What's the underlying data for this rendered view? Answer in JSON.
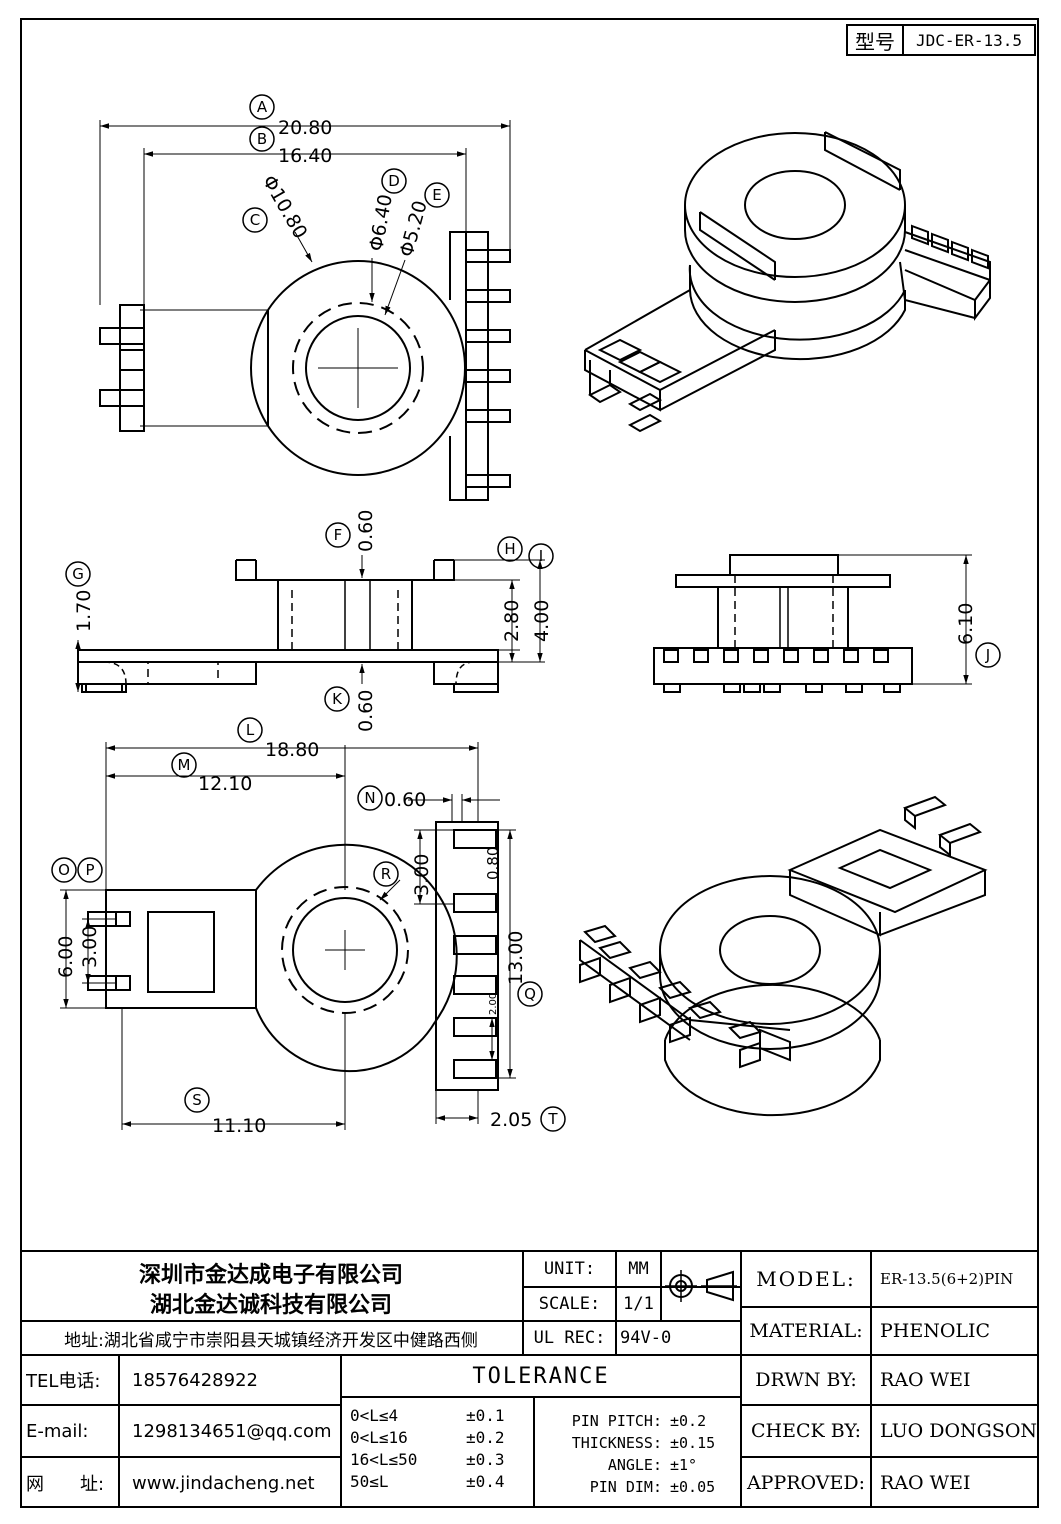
{
  "header": {
    "model_label": "型号",
    "model_value": "JDC-ER-13.5"
  },
  "dims": {
    "A": {
      "tag": "A",
      "value": "20.80"
    },
    "B": {
      "tag": "B",
      "value": "16.40"
    },
    "C": {
      "tag": "C",
      "value": "Φ10.80"
    },
    "D": {
      "tag": "D",
      "value": "Φ6.40"
    },
    "E": {
      "tag": "E",
      "value": "Φ5.20"
    },
    "F": {
      "tag": "F",
      "value": "0.60"
    },
    "G": {
      "tag": "G",
      "value": "1.70"
    },
    "H": {
      "tag": "H"
    },
    "I": {
      "tag": "I"
    },
    "H_val": "2.80",
    "I_val": "4.00",
    "J": {
      "tag": "J",
      "value": "6.10"
    },
    "K": {
      "tag": "K",
      "value": "0.60"
    },
    "L": {
      "tag": "L",
      "value": "18.80"
    },
    "M": {
      "tag": "M",
      "value": "12.10"
    },
    "N": {
      "tag": "N",
      "value": "0.60"
    },
    "O": {
      "tag": "O"
    },
    "P": {
      "tag": "P"
    },
    "O_val": "6.00",
    "P_val": "3.00",
    "R": {
      "tag": "R"
    },
    "R_val1": "3.00",
    "R_val2": "0.80",
    "Q": {
      "tag": "Q",
      "value": "13.00"
    },
    "Q_small": "2.00",
    "S": {
      "tag": "S",
      "value": "11.10"
    },
    "T": {
      "tag": "T",
      "value": "2.05"
    }
  },
  "title_block": {
    "company1": "深圳市金达成电子有限公司",
    "company2": "湖北金达诚科技有限公司",
    "address": "地址:湖北省咸宁市崇阳县天城镇经济开发区中健路西侧",
    "tel_label": "TEL电话:",
    "tel_value": "18576428922",
    "email_label": "E-mail:",
    "email_value": "1298134651@qq.com",
    "web_label": "网　　址:",
    "web_value": "www.jindacheng.net",
    "unit_label": "UNIT:",
    "unit_value": "MM",
    "scale_label": "SCALE:",
    "scale_value": "1/1",
    "ulrec_label": "UL REC:",
    "ulrec_value": "94V-0",
    "tolerance_title": "TOLERANCE",
    "tol_rows": [
      {
        "range": "0<L≤4",
        "tol": "±0.1"
      },
      {
        "range": "0<L≤16",
        "tol": "±0.2"
      },
      {
        "range": "16<L≤50",
        "tol": "±0.3"
      },
      {
        "range": "50≤L",
        "tol": "±0.4"
      }
    ],
    "spec_rows": [
      {
        "label": "PIN PITCH:",
        "tol": "±0.2"
      },
      {
        "label": "THICKNESS:",
        "tol": "±0.15"
      },
      {
        "label": "ANGLE:",
        "tol": "±1°"
      },
      {
        "label": "PIN DIM:",
        "tol": "±0.05"
      }
    ],
    "model_label": "MODEL:",
    "model_value": "ER-13.5(6+2)PIN",
    "material_label": "MATERIAL:",
    "material_value": "PHENOLIC",
    "drwn_label": "DRWN BY:",
    "drwn_value": "RAO WEI",
    "check_label": "CHECK BY:",
    "check_value": "LUO DONGSONG",
    "approved_label": "APPROVED:",
    "approved_value": "RAO WEI"
  }
}
